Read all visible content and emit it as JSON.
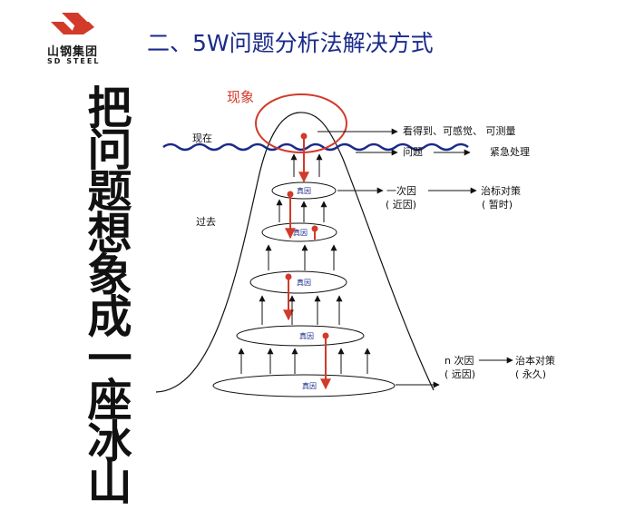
{
  "header": {
    "logo_cn": "山钢集团",
    "logo_en": "SD STEEL",
    "title": "二、5W问题分析法解决方式"
  },
  "vertical_text": [
    "把",
    "问",
    "题",
    "想",
    "象",
    "成",
    "一",
    "座",
    "冰",
    "山"
  ],
  "diagram": {
    "phenomenon": "现象",
    "present": "现在",
    "past": "过去",
    "visible": "看得到、可感觉、 可测量",
    "problem": "问题",
    "urgent": "紧急处理",
    "true_cause": "真因",
    "secondary_cause": "一次因",
    "near_cause": "( 近因)",
    "symptom_fix": "治标对策",
    "temporary": "( 暂时)",
    "tertiary_cause": "n 次因",
    "remote_cause": "( 远因)",
    "root_fix": "治本对策",
    "permanent": "( 永久)"
  },
  "colors": {
    "title": "#1a2a8a",
    "accent_red": "#d23a2a",
    "water": "#1a2a8a"
  }
}
